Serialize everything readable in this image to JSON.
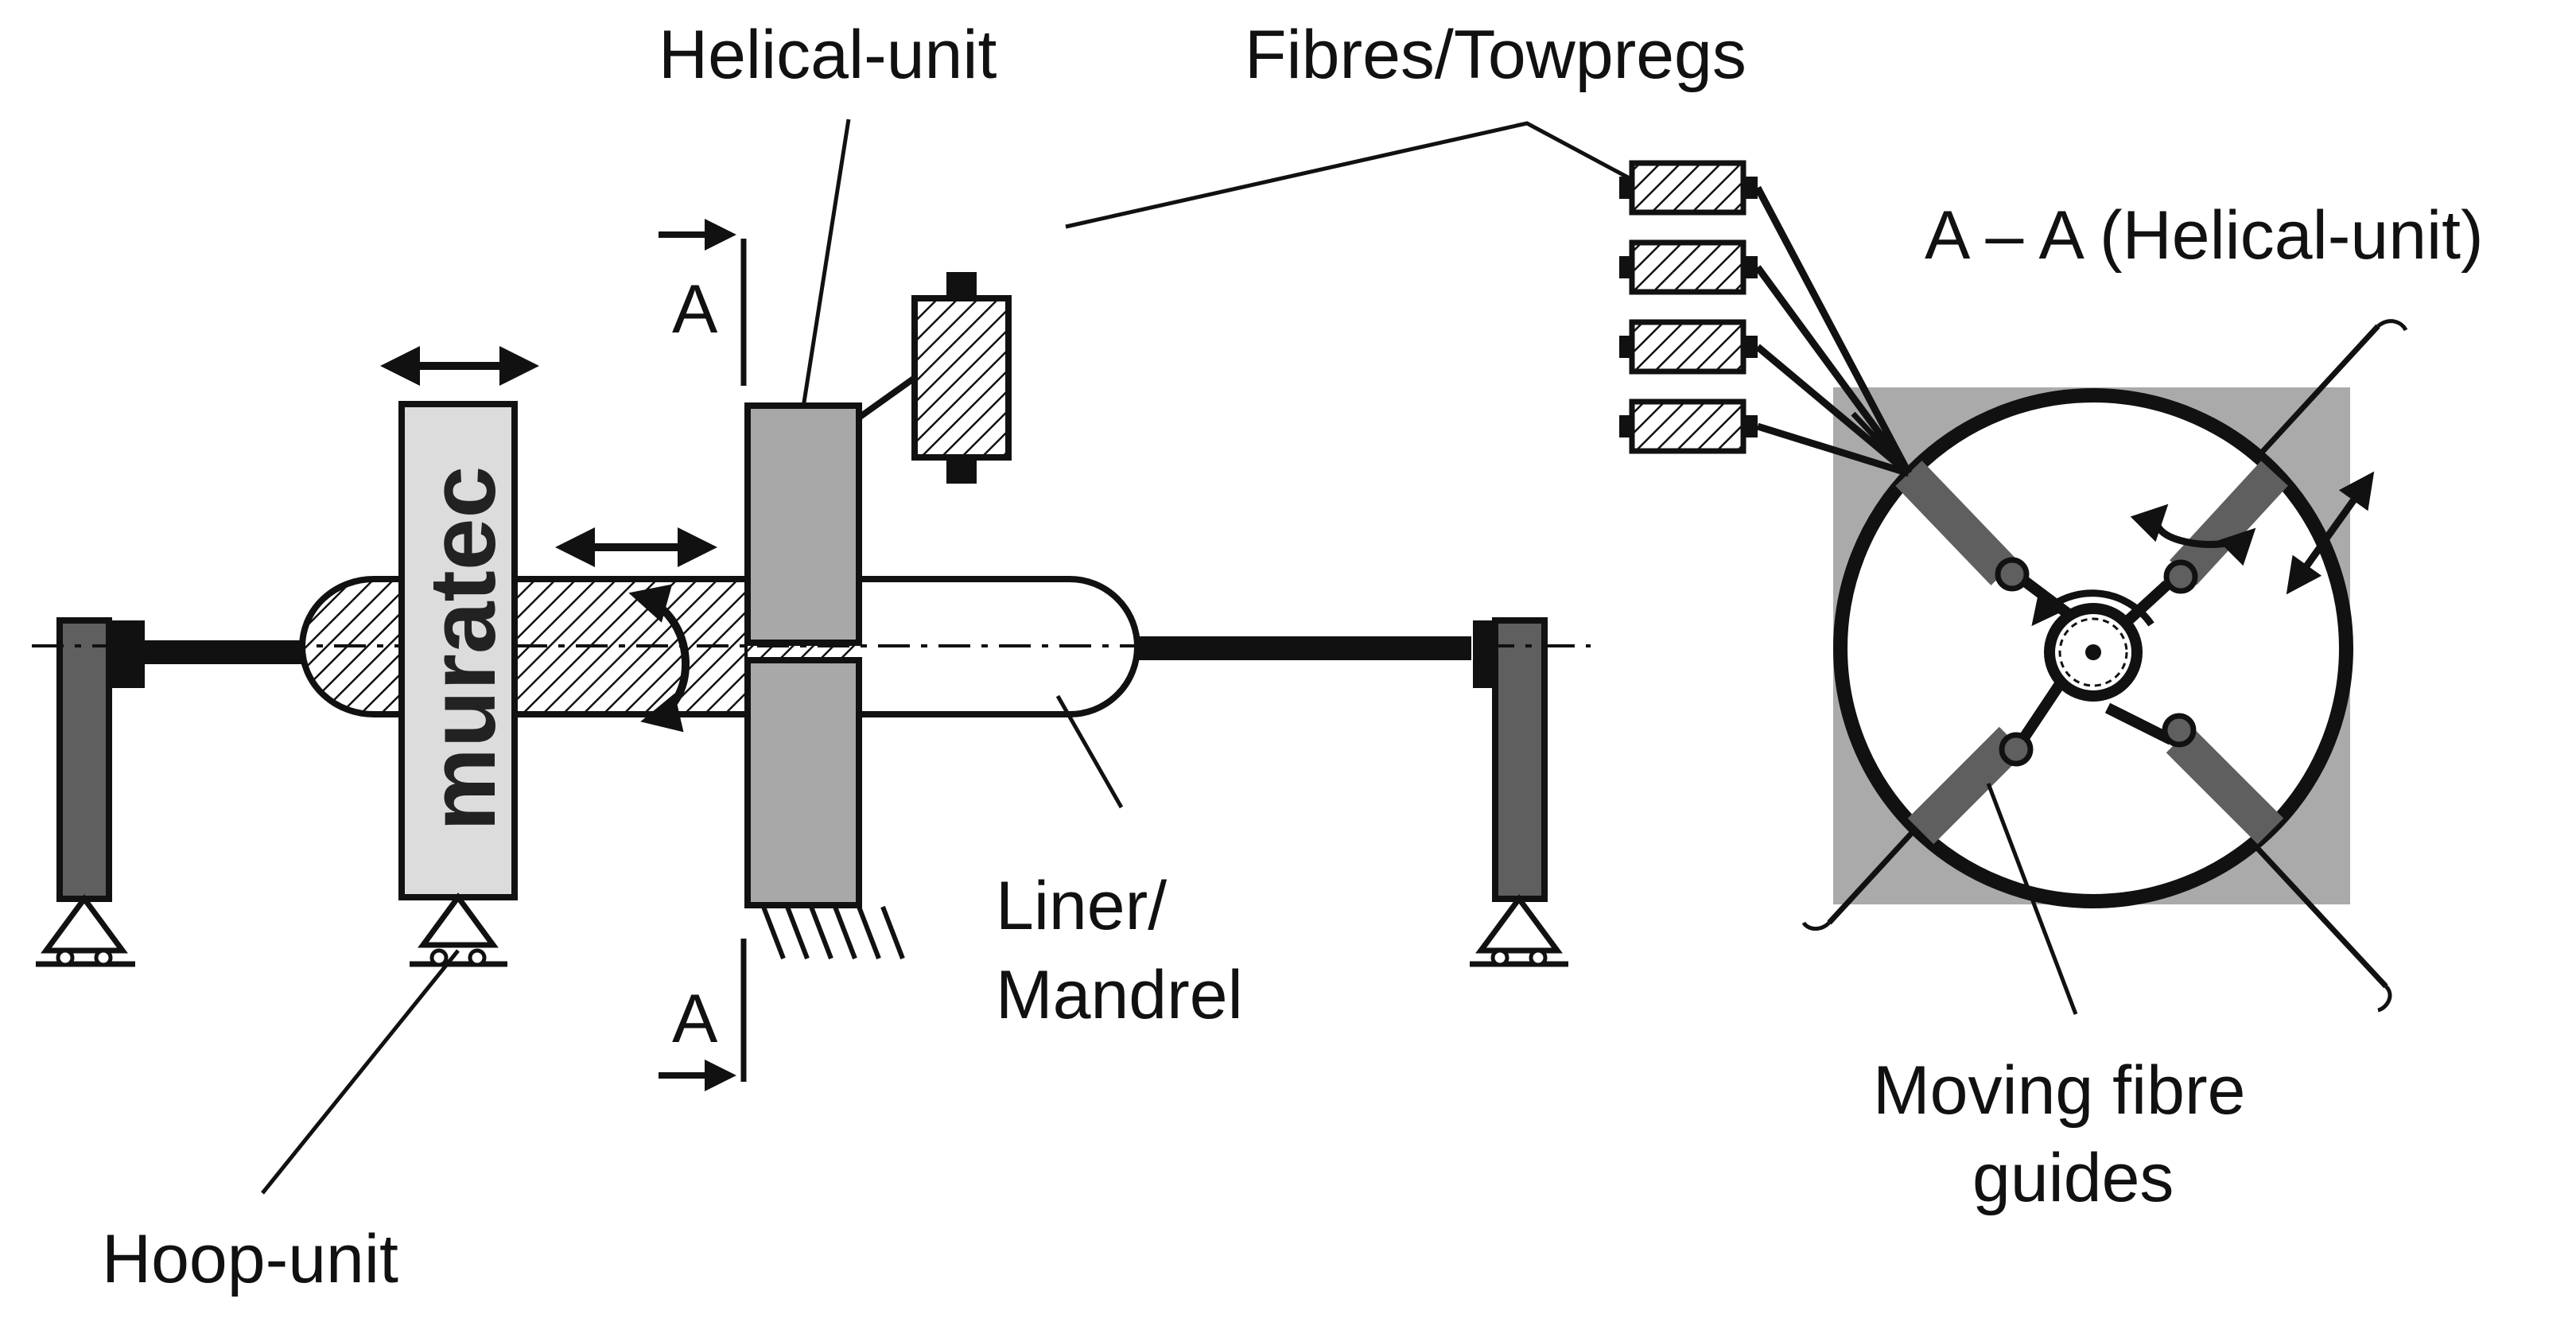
{
  "labels": {
    "helical_unit": "Helical-unit",
    "fibres": "Fibres/Towpregs",
    "section_title": "A – A (Helical-unit)",
    "liner_line1": "Liner/",
    "liner_line2": "Mandrel",
    "moving_line1": "Moving fibre",
    "moving_line2": "guides",
    "hoop_unit": "Hoop-unit",
    "section_mark_top": "A",
    "section_mark_bottom": "A"
  },
  "logo": {
    "text": "muratec"
  },
  "colors": {
    "dark_grey": "#5f5f5f",
    "mid_grey": "#a8a8a8",
    "light_grey": "#dcdcdc",
    "square_grey": "#aaaaaa",
    "line": "#111111"
  }
}
